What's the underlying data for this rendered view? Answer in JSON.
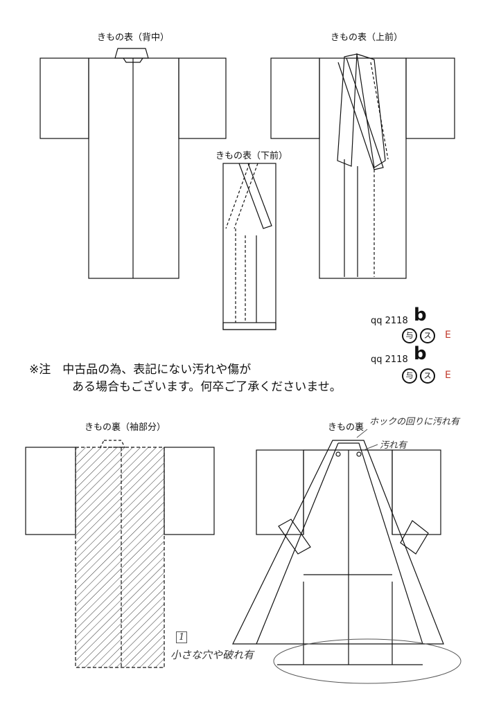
{
  "labels": {
    "back": "きもの表（背中）",
    "front_upper": "きもの表（上前）",
    "front_lower": "きもの表（下前）",
    "lining_sleeve": "きもの裏（袖部分）",
    "lining": "きもの裏"
  },
  "codes": [
    {
      "text": "qq 2118",
      "mark": "b",
      "c1": "与",
      "c2": "ス",
      "grade": "E"
    },
    {
      "text": "qq 2118",
      "mark": "b",
      "c1": "与",
      "c2": "ス",
      "grade": "E"
    }
  ],
  "note": {
    "line1": "※注　中古品の為、表記にない汚れや傷が",
    "line2": "ある場合もございます。何卒ご了承くださいませ。"
  },
  "handwritten": {
    "hook_note": "ホックの回りに汚れ有",
    "stain_note": "汚れ有",
    "hole_number": "1",
    "hole_note": "小さな穴や破れ有"
  },
  "colors": {
    "line": "#111111",
    "grade": "#c0392b",
    "pencil": "#555555"
  }
}
